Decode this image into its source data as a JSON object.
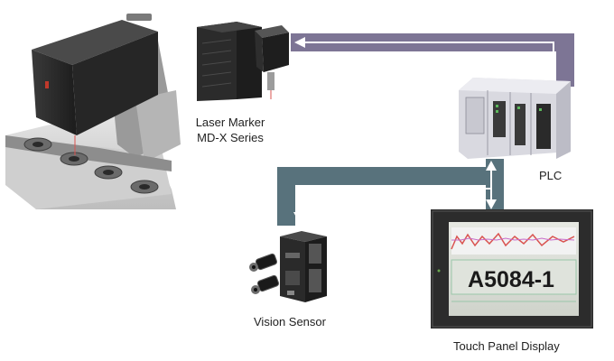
{
  "labels": {
    "laser_marker_line1": "Laser Marker",
    "laser_marker_line2": "MD-X Series",
    "plc": "PLC",
    "vision_sensor": "Vision Sensor",
    "touch_panel": "Touch Panel Display"
  },
  "touch_panel_screen": {
    "readout": "A5084-1"
  },
  "colors": {
    "link_purple": "#7d7595",
    "link_slate": "#58727c",
    "arrow": "#ffffff",
    "panel_bezel": "#2c2c2c",
    "device_dark": "#2b2b2b",
    "plc_body": "#d9d9e0"
  }
}
